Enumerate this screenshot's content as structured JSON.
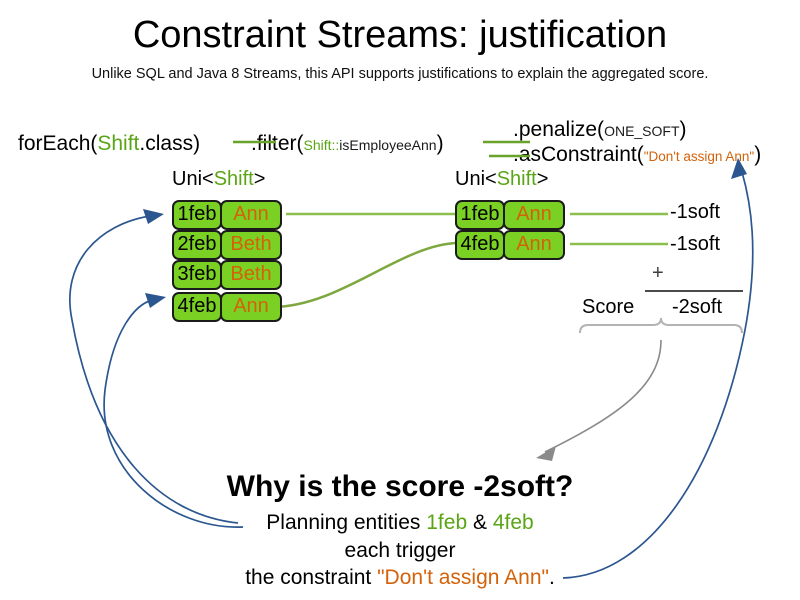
{
  "header": {
    "title": "Constraint Streams: justification",
    "subtitle": "Unlike SQL and Java 8 Streams, this API supports justifications to explain the aggregated score."
  },
  "code": {
    "foreach": {
      "call": "forEach(",
      "type": "Shift",
      "tail": ".class)"
    },
    "filter": {
      "call": ".filter(",
      "ref_type": "Shift::",
      "ref_method": "isEmployeeAnn",
      "tail": ")"
    },
    "penalize": {
      "call": ".penalize(",
      "arg": "ONE_SOFT",
      "tail": ")"
    },
    "as_constraint": {
      "call": ".asConstraint(",
      "arg": "\"Don't assign Ann\"",
      "tail": ")"
    }
  },
  "streams": {
    "left": {
      "label_prefix": "Uni<",
      "label_type": "Shift",
      "label_suffix": ">",
      "rows": [
        {
          "date": "1feb",
          "name": "Ann"
        },
        {
          "date": "2feb",
          "name": "Beth"
        },
        {
          "date": "3feb",
          "name": "Beth"
        },
        {
          "date": "4feb",
          "name": "Ann"
        }
      ]
    },
    "right": {
      "label_prefix": "Uni<",
      "label_type": "Shift",
      "label_suffix": ">",
      "rows": [
        {
          "date": "1feb",
          "name": "Ann"
        },
        {
          "date": "4feb",
          "name": "Ann"
        }
      ]
    }
  },
  "score": {
    "penalties": [
      "-1soft",
      "-1soft"
    ],
    "operator": "+",
    "label": "Score",
    "total": "-2soft"
  },
  "explanation": {
    "headline": "Why is the score -2soft?",
    "line1_a": "Planning entities ",
    "line1_entity1": "1feb",
    "line1_amp": " & ",
    "line1_entity2": "4feb",
    "line2": "each trigger",
    "line3_a": "the constraint ",
    "line3_constraint": "\"Don't assign Ann\"",
    "line3_b": "."
  },
  "colors": {
    "green": "#5aa515",
    "box_green": "#7bd024",
    "orange": "#d4620a",
    "blue_arrow": "#2b568f",
    "gray_arrow": "#8a8a8a",
    "link_green": "#8cbf4d"
  }
}
